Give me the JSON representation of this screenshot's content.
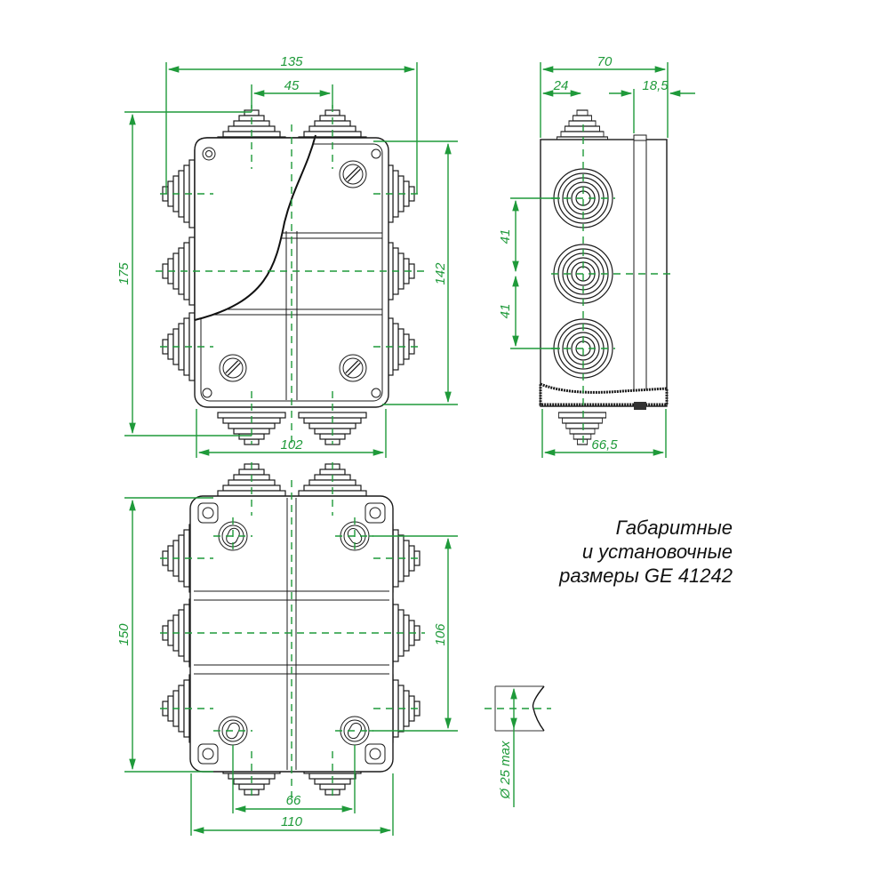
{
  "title": {
    "line1": "Габаритные",
    "line2": "и установочные",
    "line3": "размеры GE 41242"
  },
  "colors": {
    "dimension": "#1f9a3a",
    "outline": "#1a1a1a",
    "background": "#ffffff"
  },
  "front_view": {
    "overall_width": "135",
    "gland_spacing": "45",
    "overall_height": "175",
    "body_height": "142",
    "body_width": "102"
  },
  "side_view": {
    "overall_depth": "70",
    "gland_offset": "24",
    "lid_depth": "18,5",
    "gland_pitch_upper": "41",
    "gland_pitch_lower": "41",
    "base_depth": "66,5"
  },
  "rear_view": {
    "overall_height": "150",
    "mount_vertical": "106",
    "mount_horizontal": "66",
    "overall_width": "110"
  },
  "cable_detail": {
    "diameter_label": "Ø 25 max"
  }
}
